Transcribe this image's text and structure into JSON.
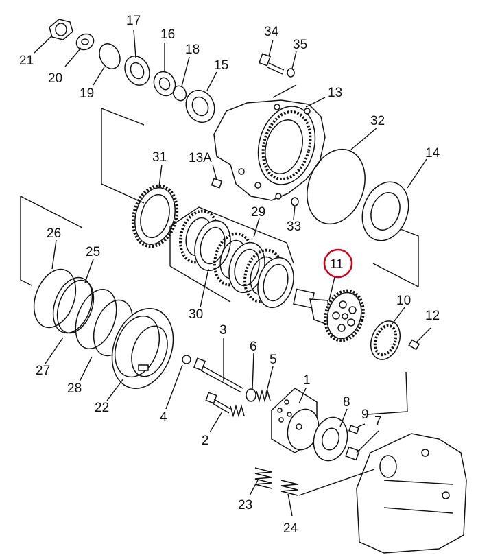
{
  "labels": {
    "p1": "1",
    "p2": "2",
    "p3": "3",
    "p4": "4",
    "p5": "5",
    "p6": "6",
    "p7": "7",
    "p8": "8",
    "p9": "9",
    "p10": "10",
    "p11": "11",
    "p12": "12",
    "p13": "13",
    "p13a": "13A",
    "p14": "14",
    "p15": "15",
    "p16": "16",
    "p17": "17",
    "p18": "18",
    "p19": "19",
    "p20": "20",
    "p21": "21",
    "p22": "22",
    "p23": "23",
    "p24": "24",
    "p25": "25",
    "p26": "26",
    "p27": "27",
    "p28": "28",
    "p29": "29",
    "p30": "30",
    "p31": "31",
    "p32": "32",
    "p33": "33",
    "p34": "34",
    "p35": "35"
  },
  "highlight": {
    "part": "11",
    "color": "#d0021b"
  }
}
